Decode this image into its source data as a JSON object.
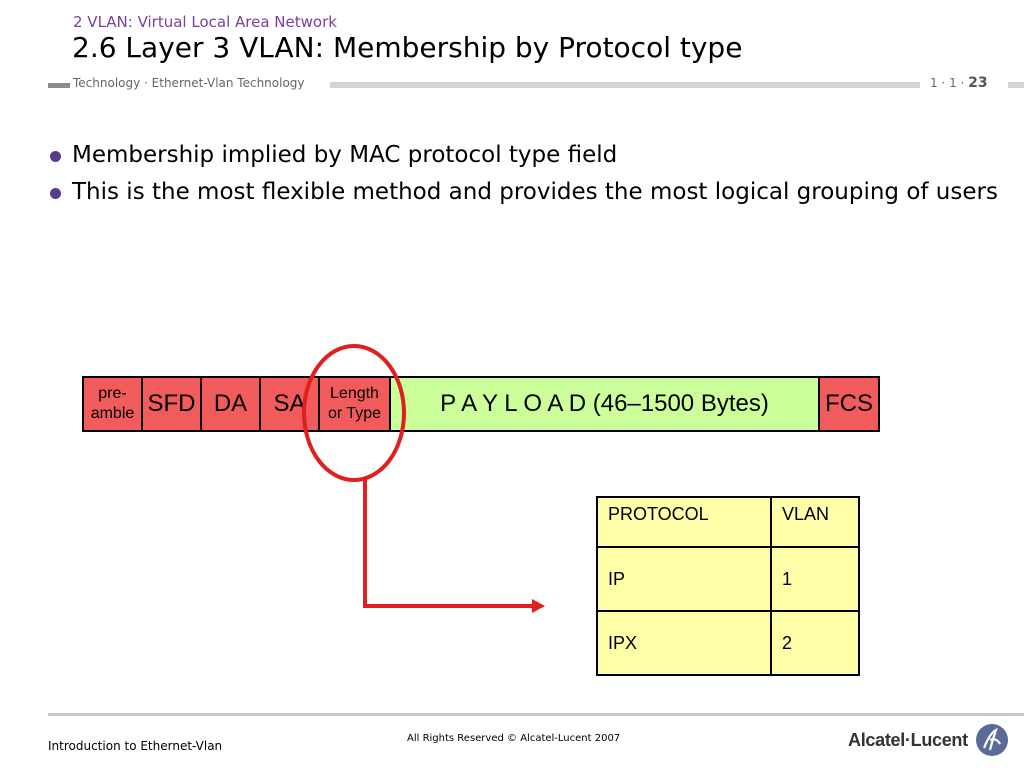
{
  "header": {
    "subtitle": "2 VLAN: Virtual Local Area Network",
    "title": "2.6 Layer 3 VLAN: Membership by Protocol type",
    "section": "Technology · Ethernet-Vlan Technology",
    "page_prefix": "1 · 1 ·",
    "page_number": "23"
  },
  "bullets": [
    "Membership implied by MAC protocol type field",
    "This is the most flexible method and provides the most logical grouping of users"
  ],
  "frame": {
    "preamble_line1": "pre-",
    "preamble_line2": "amble",
    "sfd": "SFD",
    "da": "DA",
    "sa": "SA",
    "length_line1": "Length",
    "length_line2": "or Type",
    "payload": "P A Y L O A D (46–1500 Bytes)",
    "fcs": "FCS"
  },
  "table": {
    "headers": [
      "PROTOCOL",
      "VLAN"
    ],
    "rows": [
      [
        "IP",
        "1"
      ],
      [
        "IPX",
        "2"
      ]
    ]
  },
  "footer": {
    "left": "Introduction to Ethernet-Vlan",
    "center": "All Rights Reserved © Alcatel-Lucent 2007",
    "logo": "Alcatel·Lucent"
  },
  "colors": {
    "frame_red": "#f15b5b",
    "payload_green": "#ccff99",
    "table_yellow": "#ffffaa",
    "highlight_red": "#e02020",
    "accent_purple": "#5a3c8a"
  }
}
